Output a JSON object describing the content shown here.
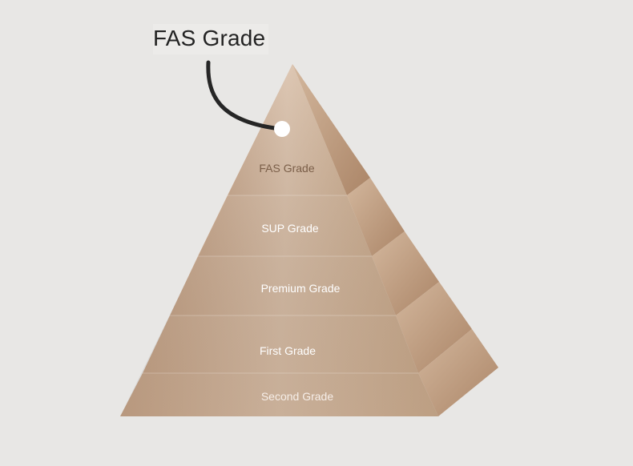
{
  "callout": {
    "title": "FAS Grade"
  },
  "levels": [
    {
      "label": "FAS Grade",
      "text_color": "#7a5e48"
    },
    {
      "label": "SUP Grade",
      "text_color": "#ffffff"
    },
    {
      "label": "Premium Grade",
      "text_color": "#ffffff"
    },
    {
      "label": "First Grade",
      "text_color": "#ffffff"
    },
    {
      "label": "Second Grade",
      "text_color": "#f6eee8"
    }
  ],
  "colors": {
    "background": "#e8e7e5",
    "front_light": "#d9c1ab",
    "front_mid": "#c9a889",
    "side_light": "#d2b59a",
    "side_dark": "#b08b6d",
    "callout_line": "#262626",
    "callout_dot": "#ffffff"
  },
  "icons": {
    "callout_marker": "circle-dot"
  }
}
